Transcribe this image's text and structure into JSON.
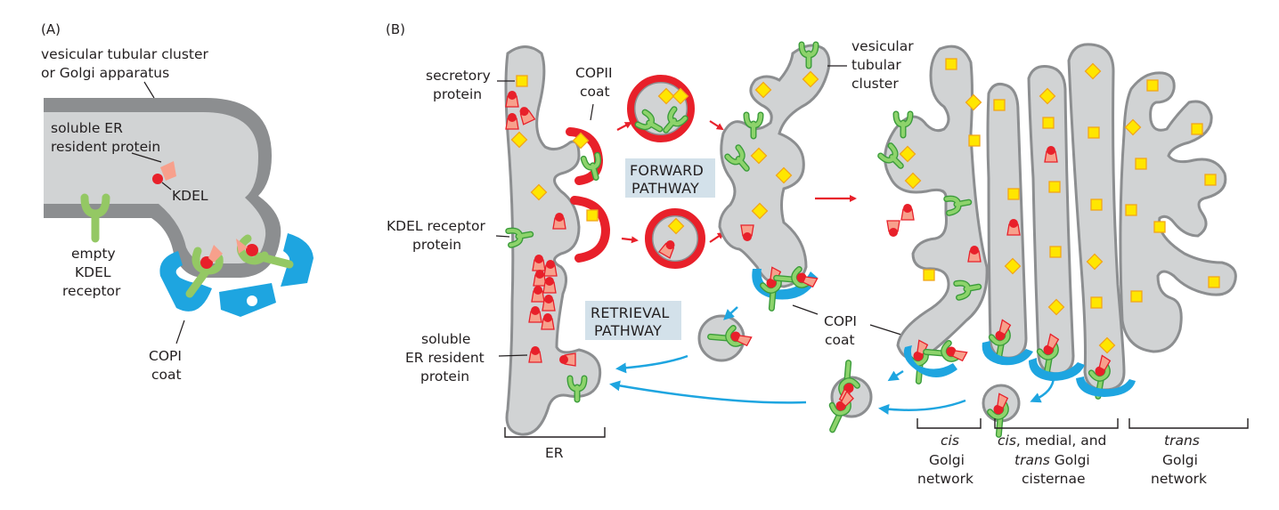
{
  "figure": {
    "panel_a": {
      "panel_label": "(A)",
      "labels": {
        "golgi_line1": "vesicular tubular cluster",
        "golgi_line2": "or Golgi apparatus",
        "soluble_line1": "soluble ER",
        "soluble_line2": "resident protein",
        "kdel": "KDEL",
        "empty_line1": "empty",
        "empty_line2": "KDEL",
        "empty_line3": "receptor",
        "copi_line1": "COPI",
        "copi_line2": "coat"
      }
    },
    "panel_b": {
      "panel_label": "(B)",
      "labels": {
        "secretory_line1": "secretory",
        "secretory_line2": "protein",
        "copii_line1": "COPII",
        "copii_line2": "coat",
        "vtc_line1": "vesicular",
        "vtc_line2": "tubular",
        "vtc_line3": "cluster",
        "kdel_rec_line1": "KDEL receptor",
        "kdel_rec_line2": "protein",
        "soluble_line1": "soluble",
        "soluble_line2": "ER resident",
        "soluble_line3": "protein",
        "copi_line1": "COPI",
        "copi_line2": "coat"
      },
      "pathways": {
        "forward_line1": "FORWARD",
        "forward_line2": "PATHWAY",
        "retrieval_line1": "RETRIEVAL",
        "retrieval_line2": "PATHWAY"
      },
      "brackets": {
        "er": "ER",
        "cis_line1_italic": "cis",
        "cis_line2": "Golgi",
        "cis_line3": "network",
        "mid_line1_italic": "cis",
        "mid_line1_rest": ", medial, and",
        "mid_line2_italic": "trans",
        "mid_line2_rest": " Golgi",
        "mid_line3": "cisternae",
        "trans_line1_italic": "trans",
        "trans_line2": "Golgi",
        "trans_line3": "network"
      }
    },
    "colors": {
      "membrane_fill": "#d1d3d4",
      "membrane_stroke": "#8c8e90",
      "copii_coat": "#e8202a",
      "copi_coat": "#1ea5e0",
      "kdel_receptor": "#8dd36b",
      "secretory_protein": "#ffe600",
      "er_resident_protein": "#f7a08c",
      "kdel_signal": "#e8202a",
      "pathway_label_bg": "#d3e1ea"
    }
  }
}
